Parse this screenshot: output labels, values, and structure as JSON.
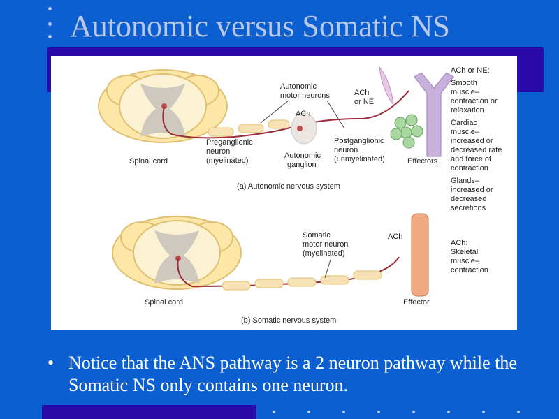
{
  "slide": {
    "title": "Autonomic versus Somatic NS",
    "bullet_marker": "•",
    "bullet_text": "Notice that the ANS pathway is a 2 neuron pathway while the Somatic NS only contains one neuron."
  },
  "diagram": {
    "autonomic": {
      "spinal_cord": "Spinal cord",
      "autonomic_motor_neurons_1": "Autonomic",
      "autonomic_motor_neurons_2": "motor neurons",
      "ach_ganglion": "ACh",
      "ach_or_ne_1": "ACh",
      "ach_or_ne_2": "or NE",
      "preganglionic_1": "Preganglionic",
      "preganglionic_2": "neuron",
      "preganglionic_3": "(myelinated)",
      "ganglion_1": "Autonomic",
      "ganglion_2": "ganglion",
      "postganglionic_1": "Postganglionic",
      "postganglionic_2": "neuron",
      "postganglionic_3": "(unmyelinated)",
      "effectors": "Effectors",
      "caption": "(a) Autonomic nervous system",
      "side_notes": [
        "ACh or NE:",
        "Smooth",
        "muscle–",
        "contraction or",
        "relaxation",
        "Cardiac",
        "muscle–",
        "increased or",
        "decreased rate",
        "and force of",
        "contraction",
        "Glands–",
        "increased or",
        "decreased",
        "secretions"
      ]
    },
    "somatic": {
      "spinal_cord": "Spinal cord",
      "somatic_1": "Somatic",
      "somatic_2": "motor neuron",
      "somatic_3": "(myelinated)",
      "ach": "ACh",
      "effector": "Effector",
      "caption": "(b) Somatic nervous system",
      "side_notes": [
        "ACh:",
        "Skeletal",
        "muscle–",
        "contraction"
      ]
    }
  },
  "colors": {
    "background": "#0b5fd0",
    "accent_bar": "#2a0aa8",
    "title": "#b8c8e8",
    "text": "#ffffff"
  }
}
